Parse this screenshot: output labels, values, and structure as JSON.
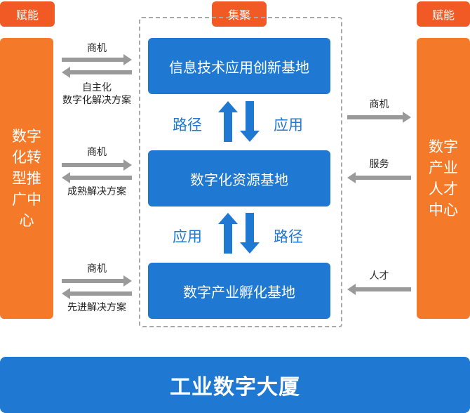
{
  "left_tag": "赋能",
  "center_tag": "集聚",
  "right_tag": "赋能",
  "left_center_lines": [
    "数字",
    "化转",
    "型推",
    "广中",
    "心"
  ],
  "right_center_lines": [
    "数字",
    "产业",
    "人才",
    "中心"
  ],
  "bases": {
    "top": "信息技术应用创新基地",
    "middle": "数字化资源基地",
    "bottom": "数字产业孵化基地"
  },
  "vertical_labels": {
    "upper_left": "路径",
    "upper_right": "应用",
    "lower_left": "应用",
    "lower_right": "路径"
  },
  "left_flows": [
    {
      "out_label": "商机",
      "in_label": "自主化\n数字化解决方案"
    },
    {
      "out_label": "商机",
      "in_label": "成熟解决方案"
    },
    {
      "out_label": "商机",
      "in_label": "先进解决方案"
    }
  ],
  "right_flows": [
    "商机",
    "服务",
    "人才"
  ],
  "footer": "工业数字大厦",
  "colors": {
    "orange": "#f47a2a",
    "orange_tag": "#f15a24",
    "blue": "#1f78d1",
    "arrow_gray": "#9a9a9a"
  }
}
